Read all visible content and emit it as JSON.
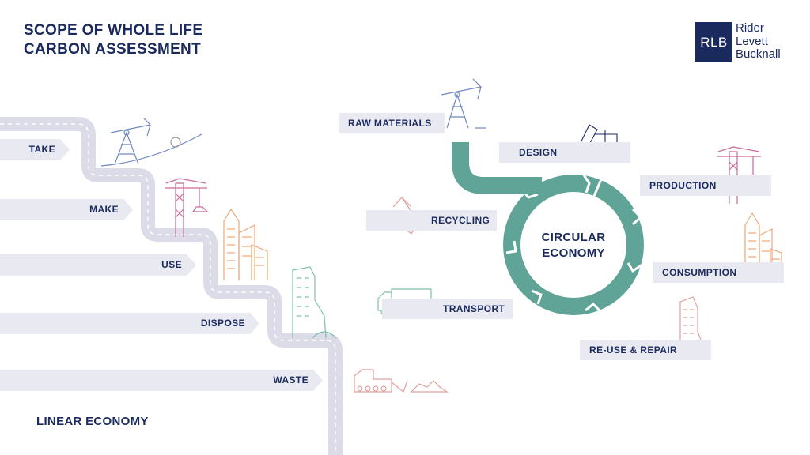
{
  "title": {
    "line1": "SCOPE OF WHOLE LIFE",
    "line2": "CARBON ASSESSMENT"
  },
  "logo": {
    "monogram": "RLB",
    "words": [
      "Rider",
      "Levett",
      "Bucknall"
    ]
  },
  "linear": {
    "title": "LINEAR ECONOMY",
    "steps": [
      "TAKE",
      "MAKE",
      "USE",
      "DISPOSE",
      "WASTE"
    ]
  },
  "circular": {
    "center": [
      "CIRCULAR",
      "ECONOMY"
    ],
    "stages": [
      "RAW MATERIALS",
      "DESIGN",
      "PRODUCTION",
      "CONSUMPTION",
      "RE-USE & REPAIR",
      "TRANSPORT",
      "RECYCLING"
    ]
  },
  "colors": {
    "navy": "#1b2a5e",
    "teal": "#5fa497",
    "label_bg": "#e9e9f2",
    "road": "#dcdce8",
    "illustration_blue": "#6f88c4",
    "illustration_orange": "#f0a77a",
    "illustration_pink": "#c86a9a",
    "illustration_green": "#7fc0ae"
  }
}
